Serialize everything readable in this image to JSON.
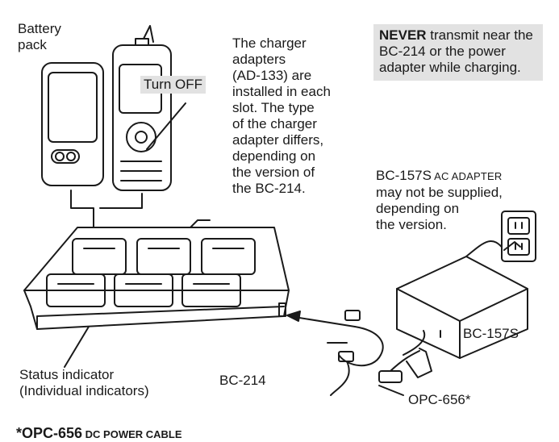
{
  "labels": {
    "battery_pack": [
      "Battery",
      "pack"
    ],
    "turn_off": "Turn OFF",
    "charger_note": [
      "The charger",
      "adapters",
      "(AD-133) are",
      "installed in each",
      "slot. The type",
      "of the charger",
      "adapter differs,",
      "depending on",
      "the version of",
      "the BC-214."
    ],
    "warning_bold": "NEVER",
    "warning_rest": " transmit near the BC-214 or the power adapter while charging.",
    "ac_adapter_model": "BC-157S",
    "ac_adapter_type": " AC ADAPTER",
    "ac_adapter_note": [
      "may not be supplied,",
      "depending on",
      "the version."
    ],
    "adapter_label": "BC-157S",
    "charger_label": "BC-214",
    "status_indicator": [
      "Status indicator",
      "(Individual indicators)"
    ],
    "cable_label": "OPC-656*",
    "footer_model": "*OPC-656",
    "footer_type": " DC POWER CABLE"
  },
  "colors": {
    "line": "#1a1a1a",
    "highlight_bg": "#e2e2e2"
  }
}
